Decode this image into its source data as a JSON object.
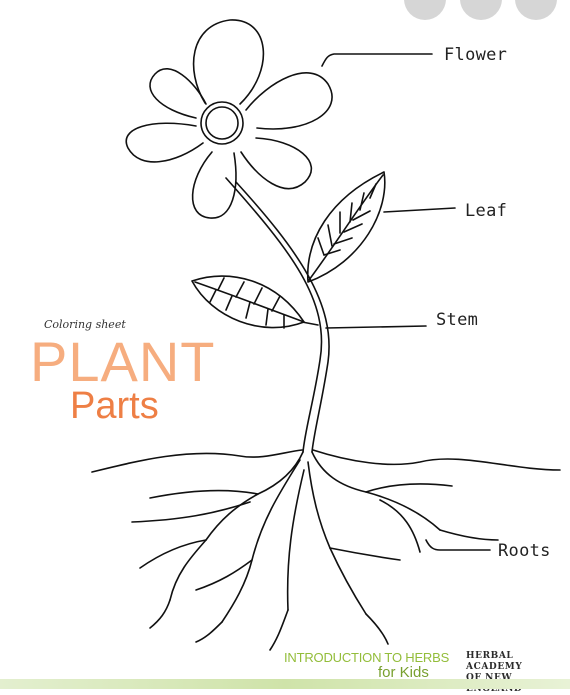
{
  "labels": {
    "flower": "Flower",
    "leaf": "Leaf",
    "stem": "Stem",
    "roots": "Roots"
  },
  "title": {
    "subtitle": "Coloring sheet",
    "line1": "PLANT",
    "line2": "Parts"
  },
  "footer": {
    "course": "INTRODUCTION TO HERBS",
    "course_sub": "for Kids",
    "publisher_line1": "HERBAL ACADEMY",
    "publisher_line2": "OF NEW ENGLAND"
  },
  "colors": {
    "line_art": "#111111",
    "plant_title": "#f6ad7f",
    "parts_title": "#ee7f45",
    "course_green": "#93bd3a"
  }
}
